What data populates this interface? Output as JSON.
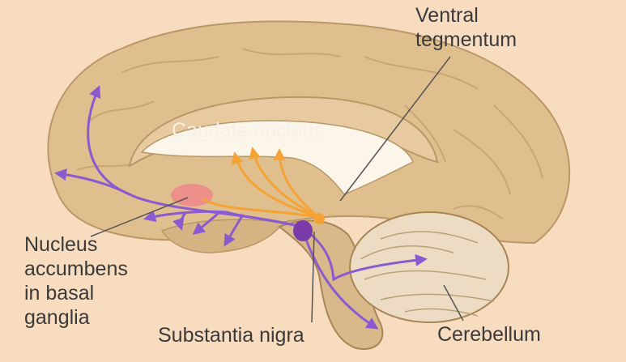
{
  "labels": {
    "ventral_tegmentum": [
      "Ventral",
      "tegmentum"
    ],
    "caudate_nucleus": "Caudate nucleus",
    "nucleus_accumbens": [
      "Nucleus",
      "accumbens",
      "in basal",
      "ganglia"
    ],
    "substantia_nigra": "Substantia nigra",
    "cerebellum": "Cerebellum"
  },
  "colors": {
    "background": "#f8dcc0",
    "cortex": "#dfbf8e",
    "brainstem": "#d9b98a",
    "cerebellum": "#ecdcc4",
    "ventricle": "#fbf5ea",
    "mesocortical_pathway": "#8a5ad0",
    "nigrostriatal_pathway": "#f6a335",
    "nucleus_accumbens": "#ee8a8a",
    "leader_line": "#555555"
  }
}
